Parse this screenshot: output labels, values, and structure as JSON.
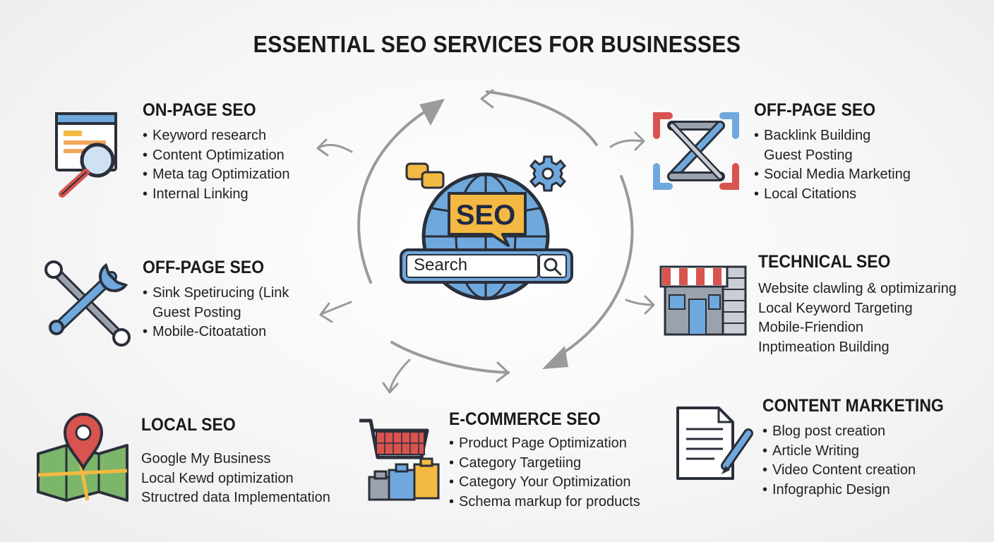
{
  "title": "ESSENTIAL SEO SERVICES FOR BUSINESSES",
  "center": {
    "seo_label": "SEO",
    "search_placeholder": "Search"
  },
  "sections": {
    "on_page": {
      "title": "ON-PAGE SEO",
      "items": [
        "Keyword research",
        "Content Optimization",
        "Meta tag Optimization",
        "Internal Linking"
      ]
    },
    "off_page_left": {
      "title": "OFF-PAGE SEO",
      "items": [
        "Sink Spetirucing (Link",
        "Guest Posting",
        "Mobile-Citoatation"
      ],
      "bullets": [
        true,
        false,
        true
      ]
    },
    "local": {
      "title": "LOCAL SEO",
      "items": [
        "Google My Business",
        "Local Kewd optimization",
        "Structred data Implementation"
      ]
    },
    "ecommerce": {
      "title": "E-COMMERCE SEO",
      "items": [
        "Product Page Optimization",
        "Category Targetiing",
        "Category Your Optimization",
        "Schema markup for products"
      ]
    },
    "off_page_right": {
      "title": "OFF-PAGE SEO",
      "items": [
        "Backlink Building",
        "Guest Posting",
        "Social Media Marketing",
        "Local Citations"
      ],
      "bullets": [
        true,
        false,
        true,
        true
      ]
    },
    "technical": {
      "title": "TECHNICAL SEO",
      "items": [
        "Website clawling & optimizaring",
        "Local Keyword Targeting",
        "Mobile-Friendion",
        "Inptimeation Building"
      ]
    },
    "content": {
      "title": "CONTENT MARKETING",
      "items": [
        "Blog post creation",
        "Article Writing",
        "Video Content creation",
        "Infographic Design"
      ]
    }
  },
  "colors": {
    "blue": "#5b9bd5",
    "dark_outline": "#2a2f3a",
    "orange": "#f4b942",
    "red": "#d9534f",
    "green": "#7cb66a",
    "arrow_gray": "#9a9a9a"
  }
}
